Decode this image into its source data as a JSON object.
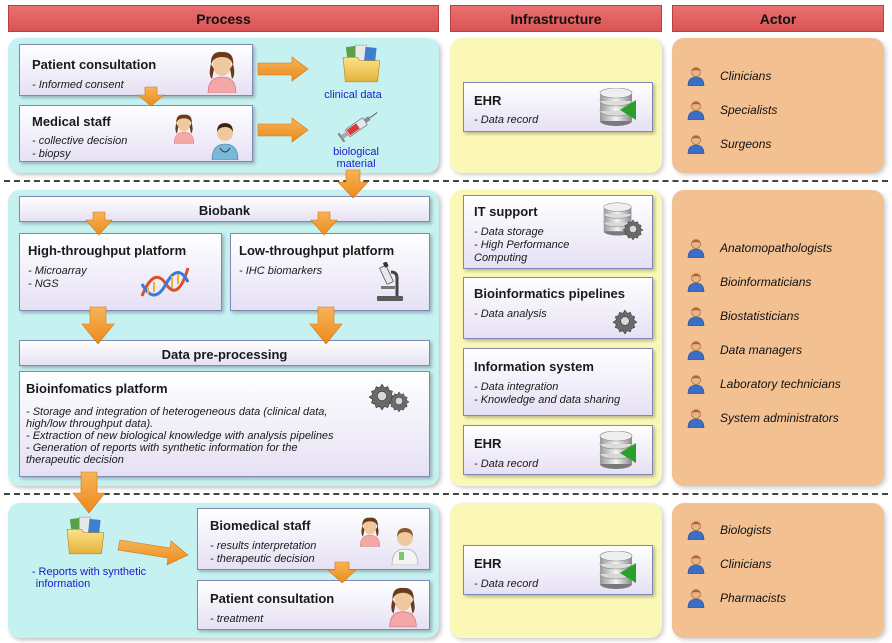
{
  "headers": {
    "process": "Process",
    "infrastructure": "Infrastructure",
    "actor": "Actor"
  },
  "section1": {
    "patient_consultation": {
      "title": "Patient consultation",
      "items": [
        "- Informed consent"
      ]
    },
    "medical_staff": {
      "title": "Medical staff",
      "items": [
        "- collective decision",
        "- biopsy"
      ]
    },
    "clinical_data_label": "clinical data",
    "biological_material_label": [
      "biological",
      "material"
    ],
    "ehr": {
      "title": "EHR",
      "items": [
        "- Data record"
      ]
    },
    "actors": [
      "Clinicians",
      "Specialists",
      "Surgeons"
    ]
  },
  "section2": {
    "biobank_title": "Biobank",
    "high_throughput": {
      "title": "High-throughput platform",
      "items": [
        "- Microarray",
        "- NGS"
      ]
    },
    "low_throughput": {
      "title": "Low-throughput platform",
      "items": [
        "- IHC biomarkers"
      ]
    },
    "preprocessing_title": "Data pre-processing",
    "bioinformatics_platform": {
      "title": "Bioinfomatics platform",
      "items": [
        "- Storage and integration of heterogeneous data (clinical data,",
        "high/low throughput data).",
        "- Extraction of new biological knowledge with analysis pipelines",
        "- Generation of reports with synthetic information for the",
        "therapeutic decision"
      ]
    },
    "it_support": {
      "title": "IT support",
      "items": [
        "- Data storage",
        "- High Performance",
        "Computing"
      ]
    },
    "pipelines": {
      "title": "Bioinformatics pipelines",
      "items": [
        "- Data analysis"
      ]
    },
    "information_system": {
      "title": "Information system",
      "items": [
        "- Data integration",
        "- Knowledge and data sharing"
      ]
    },
    "ehr": {
      "title": "EHR",
      "items": [
        "- Data record"
      ]
    },
    "actors": [
      "Anatomopathologists",
      "Bioinformaticians",
      "Biostatisticians",
      "Data managers",
      "Laboratory technicians",
      "System administrators"
    ]
  },
  "section3": {
    "reports_label": [
      "- Reports with synthetic",
      "information"
    ],
    "biomedical_staff": {
      "title": "Biomedical staff",
      "items": [
        "- results interpretation",
        "- therapeutic decision"
      ]
    },
    "patient_consultation": {
      "title": "Patient consultation",
      "items": [
        "- treatment"
      ]
    },
    "ehr": {
      "title": "EHR",
      "items": [
        "- Data record"
      ]
    },
    "actors": [
      "Biologists",
      "Clinicians",
      "Pharmacists"
    ]
  },
  "colors": {
    "header": "#d95454",
    "process_panel": "#c6f1f1",
    "infrastructure_panel": "#fbf7b6",
    "actor_panel": "#f3c092",
    "arrow": "#f29a2e",
    "link_text": "#1b1bcc"
  },
  "icons": [
    "patient-icon",
    "doctors-icon",
    "folder-icon",
    "syringe-icon",
    "database-icon",
    "dna-icon",
    "microscope-icon",
    "gears-icon",
    "database-gear-icon",
    "gear-icon",
    "person-icon"
  ]
}
